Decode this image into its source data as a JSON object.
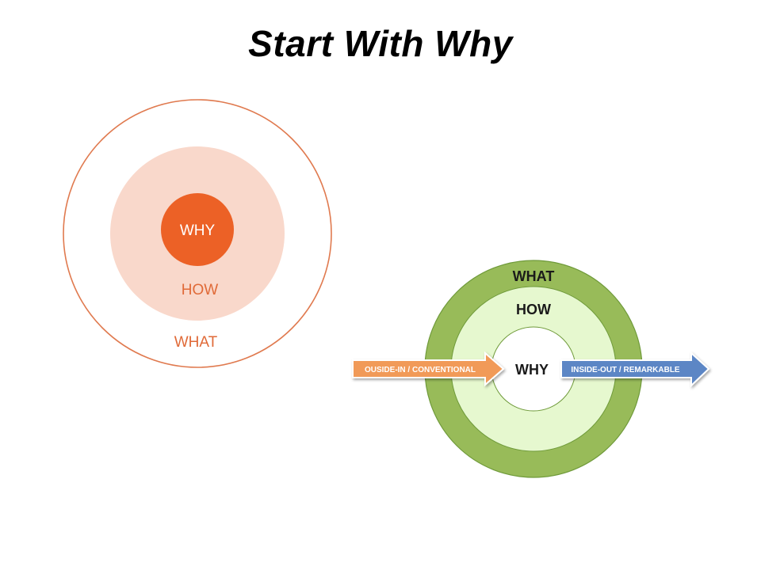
{
  "slide": {
    "title": "Start With Why"
  },
  "golden_circle_orange": {
    "center_label": "WHY",
    "middle_label": "HOW",
    "outer_label": "WHAT",
    "colors": {
      "outer_stroke": "#e07a4f",
      "middle_fill": "#f9d8cb",
      "center_fill": "#ec6126",
      "center_text": "#ffffff",
      "ring_text": "#e06a38"
    }
  },
  "golden_circle_green": {
    "outer_label": "WHAT",
    "middle_label": "HOW",
    "center_label": "WHY",
    "colors": {
      "outer_fill": "#98bb59",
      "middle_fill": "#e6f8cf",
      "center_fill": "#ffffff",
      "ring_stroke": "#6f9a3a",
      "label_text": "#1a1a1a"
    }
  },
  "arrows": {
    "inbound": {
      "label": "OUSIDE-IN / CONVENTIONAL",
      "color": "#f19a59"
    },
    "outbound": {
      "label": "INSIDE-OUT / REMARKABLE",
      "color": "#5b86c5"
    }
  }
}
